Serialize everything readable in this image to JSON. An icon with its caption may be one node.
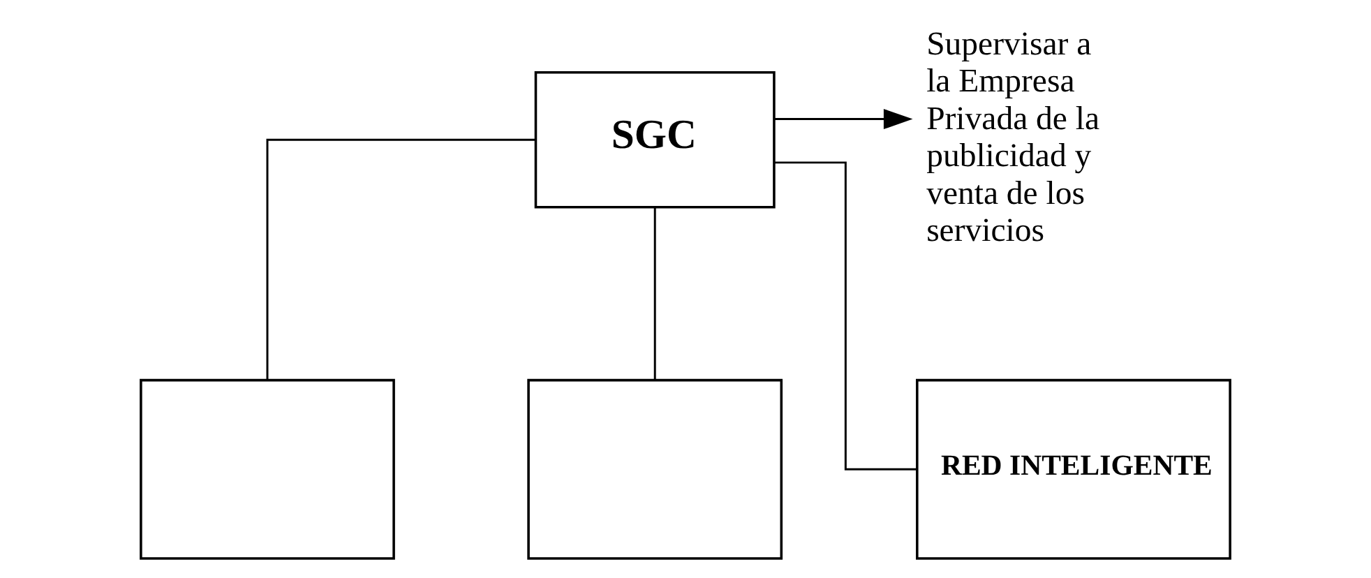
{
  "diagram": {
    "nodes": [
      {
        "text": [
          "SGC"
        ]
      },
      {
        "text": [
          "Supervisar a la Empresa Privada de la publicidad y venta de los servicios"
        ]
      },
      {
        "text": [],
        "shape": "box"
      },
      {
        "text": [],
        "shape": "box"
      },
      {
        "text": [
          "RED INTELIGENTE"
        ]
      }
    ],
    "edges": [
      {
        "from": 0,
        "to": 1,
        "arrow": "to"
      },
      {
        "from": 0,
        "to": 2,
        "arrow": "none"
      },
      {
        "from": 0,
        "to": 3,
        "arrow": "none"
      },
      {
        "from": 0,
        "to": 4,
        "arrow": "none"
      }
    ]
  }
}
